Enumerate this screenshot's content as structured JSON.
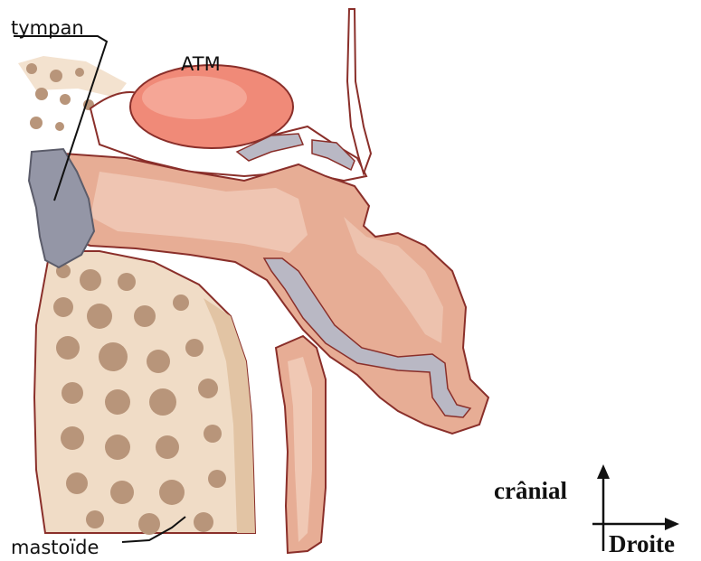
{
  "labels": {
    "tympan": "tympan",
    "atm": "ATM",
    "mastoide": "mastoïde"
  },
  "orientation": {
    "up": "crânial",
    "right": "Droite"
  },
  "colors": {
    "atm": "#f08a78",
    "ear_tissue": "#e7ad95",
    "ear_tissue_light": "#f3d3c2",
    "outline": "#8a2f2a",
    "tympanic_membrane": "#9496a6",
    "bone": "#f0dcc6",
    "bone_dark": "#e2c4a4",
    "bone_cells": "#b8957a",
    "cartilage": "#b9b8c4"
  }
}
